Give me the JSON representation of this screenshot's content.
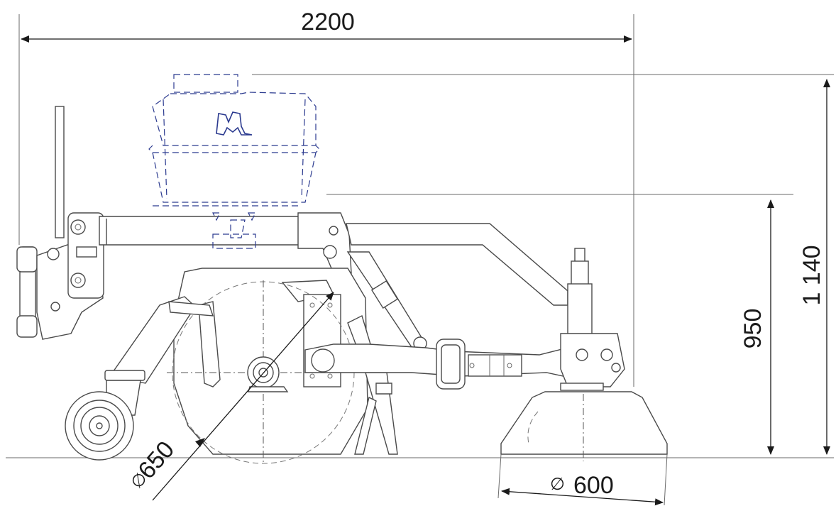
{
  "dimensions": {
    "overall_length": "2200",
    "overall_height": "1 140",
    "mount_height": "950",
    "main_brush_diameter": "650",
    "side_brush_diameter": "600",
    "diameter_symbol": "∅"
  },
  "colors": {
    "outline": "#3a3a3a",
    "hopper_outline": "#2b3a8f",
    "dimension_text": "#1a1a1a"
  }
}
